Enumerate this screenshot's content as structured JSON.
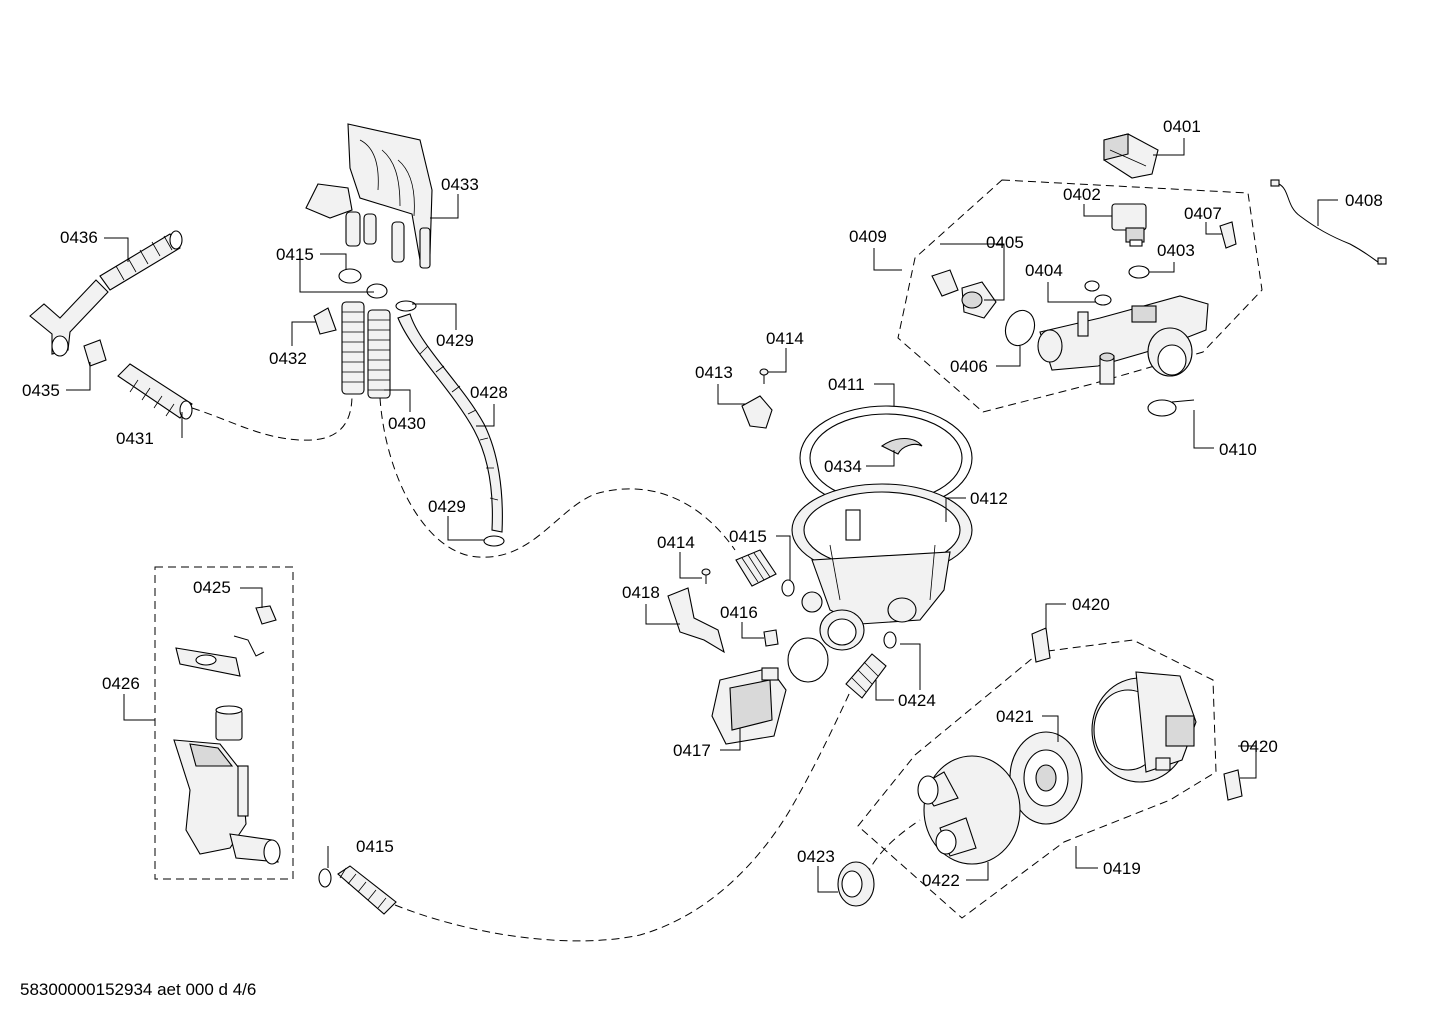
{
  "footer": {
    "document_code": "58300000152934 aet 000 d 4/6"
  },
  "callouts": {
    "c0401": "0401",
    "c0402": "0402",
    "c0403": "0403",
    "c0404": "0404",
    "c0405": "0405",
    "c0406": "0406",
    "c0407": "0407",
    "c0408": "0408",
    "c0409": "0409",
    "c0410": "0410",
    "c0411": "0411",
    "c0412": "0412",
    "c0413": "0413",
    "c0414_a": "0414",
    "c0414_b": "0414",
    "c0415_a": "0415",
    "c0415_b": "0415",
    "c0415_c": "0415",
    "c0416": "0416",
    "c0417": "0417",
    "c0418": "0418",
    "c0419": "0419",
    "c0420_a": "0420",
    "c0420_b": "0420",
    "c0421": "0421",
    "c0422": "0422",
    "c0423": "0423",
    "c0424": "0424",
    "c0425": "0425",
    "c0426": "0426",
    "c0428": "0428",
    "c0429_a": "0429",
    "c0429_b": "0429",
    "c0430": "0430",
    "c0431": "0431",
    "c0432": "0432",
    "c0433": "0433",
    "c0434": "0434",
    "c0435": "0435",
    "c0436": "0436"
  }
}
